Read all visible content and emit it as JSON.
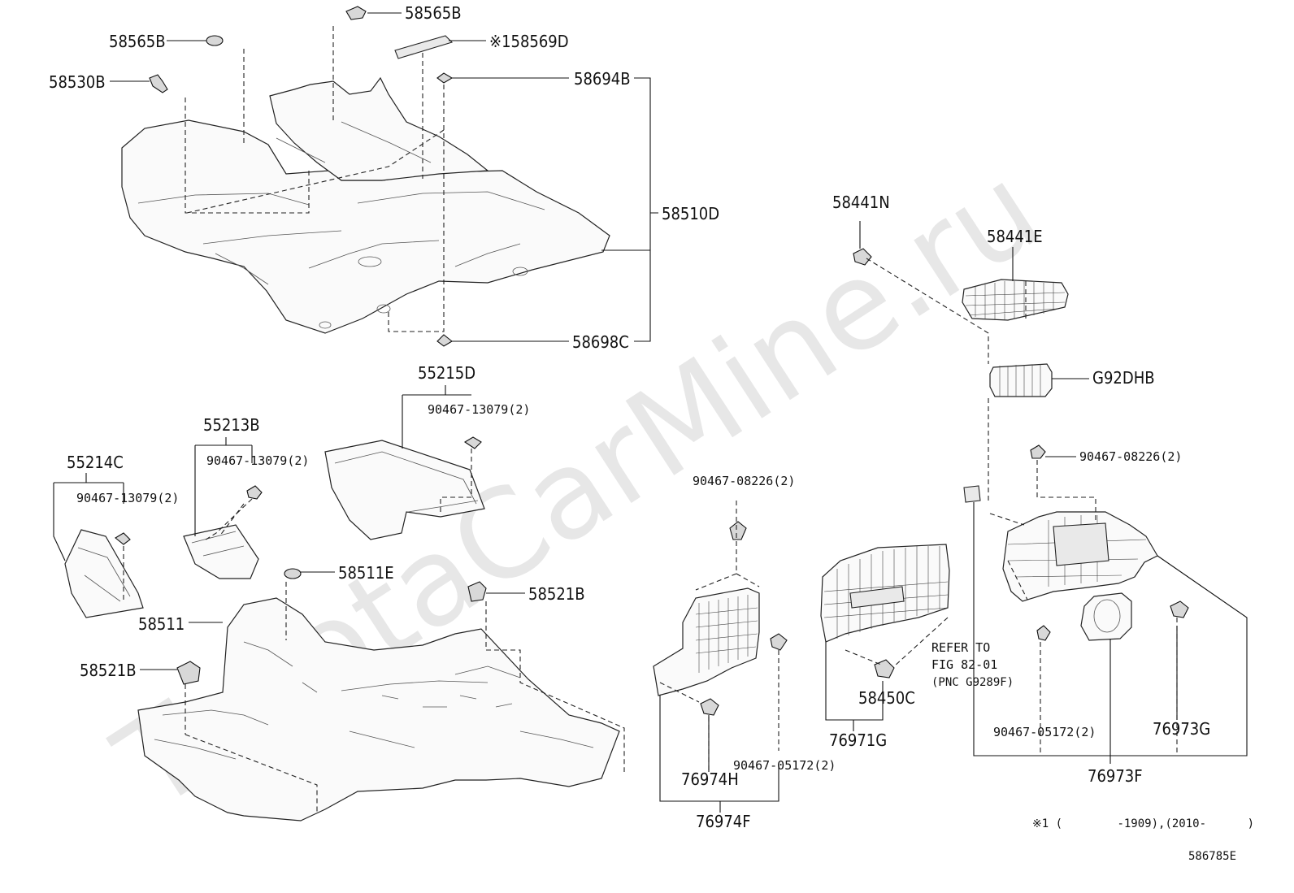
{
  "watermark": "ToyotaCarMine.ru",
  "labels": {
    "p58565B_top": "58565B",
    "p58565B_left": "58565B",
    "p58569D": "※158569D",
    "p58530B": "58530B",
    "p58694B": "58694B",
    "p58510D": "58510D",
    "p58698C": "58698C",
    "p58441N": "58441N",
    "p58441E": "58441E",
    "pG92DHB": "G92DHB",
    "p55215D": "55215D",
    "p90467_13079_a": "90467-13079(2)",
    "p55213B": "55213B",
    "p90467_13079_b": "90467-13079(2)",
    "p55214C": "55214C",
    "p90467_13079_c": "90467-13079(2)",
    "p90467_08226_a": "90467-08226(2)",
    "p90467_08226_b": "90467-08226(2)",
    "p58511E": "58511E",
    "p58521B_a": "58521B",
    "p58511": "58511",
    "p58521B_b": "58521B",
    "p58450C": "58450C",
    "p76971G": "76971G",
    "p76974H": "76974H",
    "p90467_05172_a": "90467-05172(2)",
    "p76974F": "76974F",
    "p90467_05172_b": "90467-05172(2)",
    "p76973G": "76973G",
    "p76973F": "76973F"
  },
  "refer_note": {
    "line1": "REFER TO",
    "line2": "FIG 82-01",
    "line3": "(PNC G9289F)"
  },
  "footnote": "※1 (        -1909),(2010-      )",
  "drawing_code": "586785E"
}
